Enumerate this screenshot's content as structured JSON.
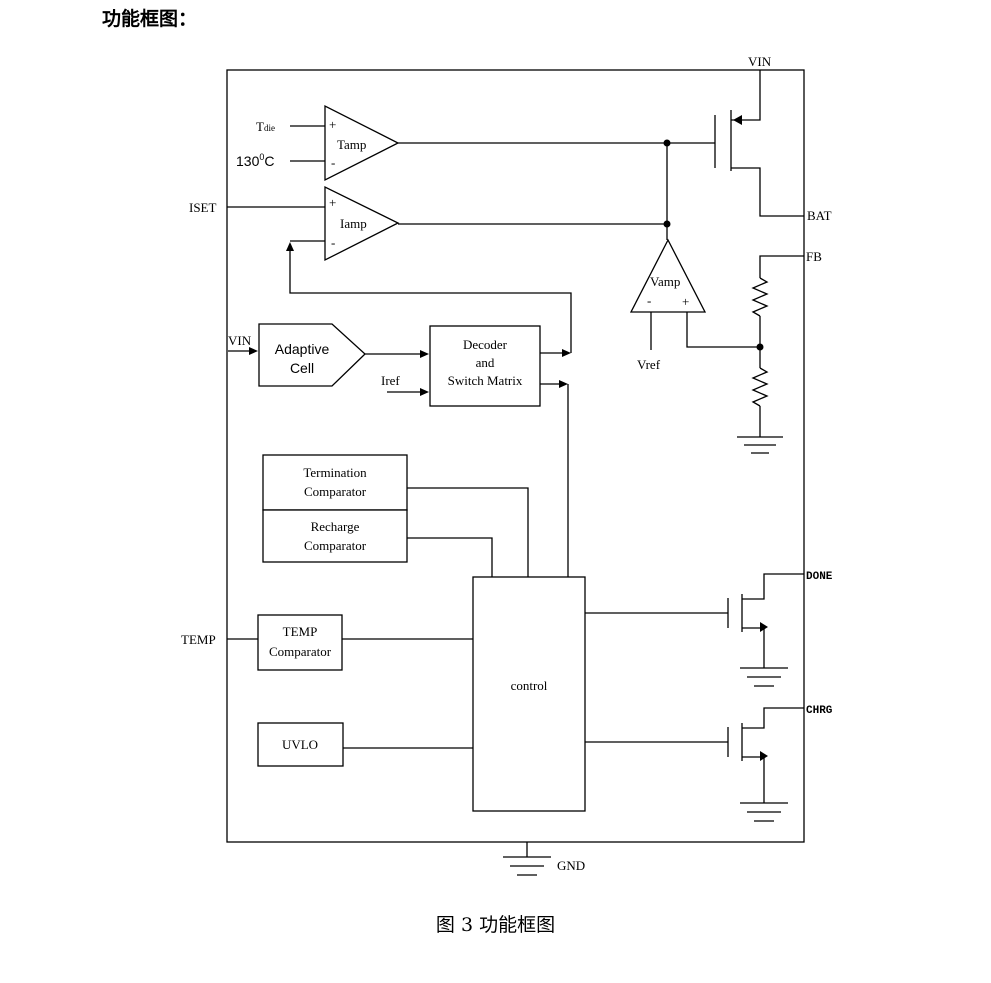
{
  "heading": "功能框图：",
  "caption": "图 3  功能框图",
  "pins": {
    "vin_top": "VIN",
    "bat": "BAT",
    "fb": "FB",
    "iset": "ISET",
    "vin_left": "VIN",
    "temp": "TEMP",
    "done": "DONE",
    "chrg": "CHRG",
    "gnd": "GND"
  },
  "signals": {
    "tdie_main": "T",
    "tdie_sub": "die",
    "temp130_num": "130",
    "temp130_sup": "0",
    "temp130_unit": "C",
    "iref": "Iref",
    "vref": "Vref"
  },
  "blocks": {
    "tamp": "Tamp",
    "iamp": "Iamp",
    "vamp": "Vamp",
    "adaptive_line1": "Adaptive",
    "adaptive_line2": "Cell",
    "decoder_line1": "Decoder",
    "decoder_line2": "and",
    "decoder_line3": "Switch Matrix",
    "termination_line1": "Termination",
    "termination_line2": "Comparator",
    "recharge_line1": "Recharge",
    "recharge_line2": "Comparator",
    "temp_comp_line1": "TEMP",
    "temp_comp_line2": "Comparator",
    "uvlo": "UVLO",
    "control": "control"
  },
  "opamp_signs": {
    "plus": "+",
    "minus": "-"
  }
}
